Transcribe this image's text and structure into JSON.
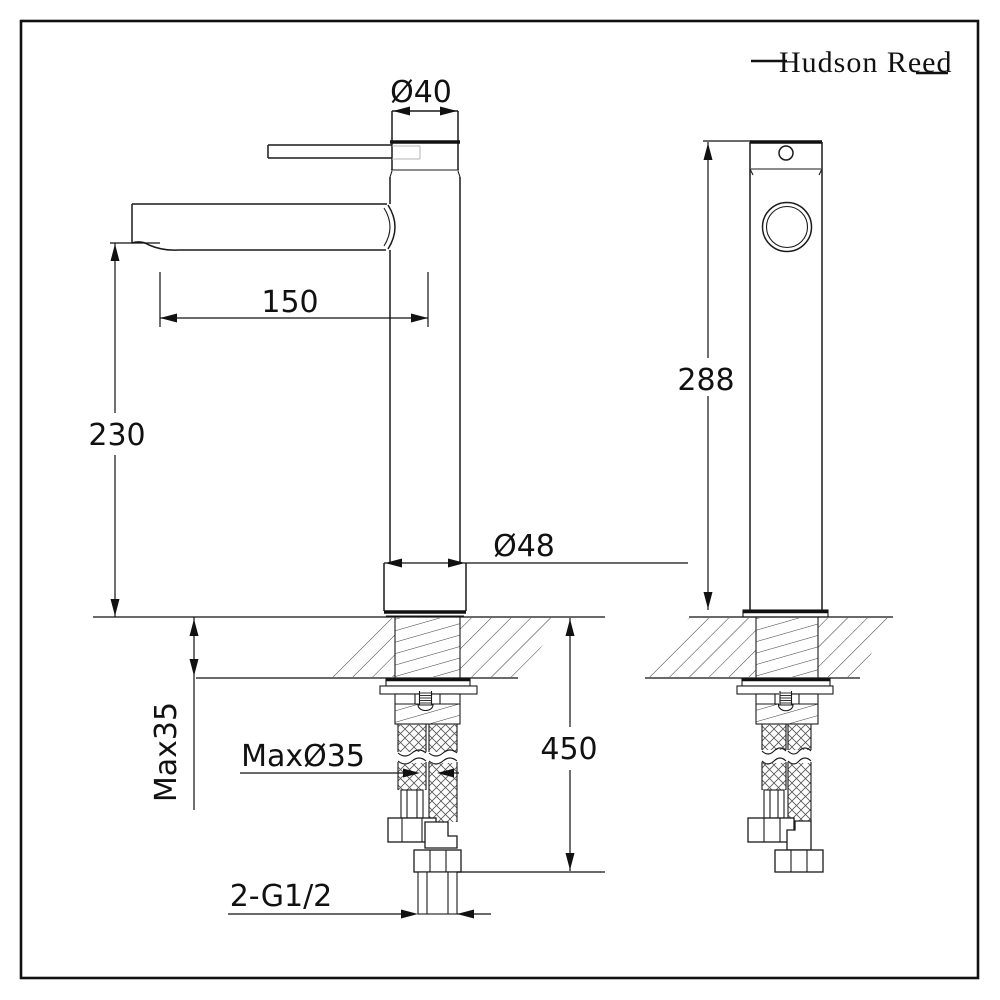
{
  "brand": {
    "name": "Hudson Reed"
  },
  "drawing": {
    "side_view": {
      "spout_diameter": "Ø40",
      "spout_reach": "150",
      "spout_height": "230",
      "base_diameter": "Ø48",
      "max_deck_thickness": "Max35",
      "max_hole_diameter": "MaxØ35",
      "hose_drop": "450",
      "inlet_thread": "2-G1/2"
    },
    "front_view": {
      "overall_height": "288"
    },
    "colors": {
      "line": "#1a1a1a",
      "background": "#ffffff"
    }
  }
}
